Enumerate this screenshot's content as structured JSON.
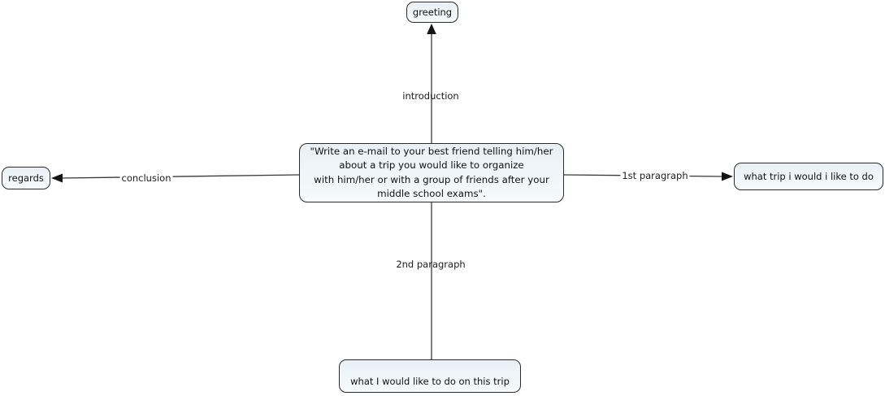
{
  "diagram": {
    "type": "concept-map",
    "background": "#ffffff",
    "nodes": {
      "center": {
        "label": "\"Write an e-mail to your best friend telling him/her\nabout a trip you would like to organize\nwith him/her or with a group of friends after your\nmiddle school exams\"."
      },
      "greeting": {
        "label": "greeting"
      },
      "regards": {
        "label": "regards"
      },
      "first_para_topic": {
        "label": "what trip i would i like to do"
      },
      "second_para_topic": {
        "label": "what I would like to do on this trip"
      }
    },
    "edges": {
      "introduction": {
        "label": "introduction",
        "from": "center",
        "to": "greeting",
        "arrow": true
      },
      "conclusion": {
        "label": "conclusion",
        "from": "center",
        "to": "regards",
        "arrow": true
      },
      "first_paragraph": {
        "label": "1st paragraph",
        "from": "center",
        "to": "first_para_topic",
        "arrow": true
      },
      "second_paragraph": {
        "label": "2nd paragraph",
        "from": "center",
        "to": "second_para_topic",
        "arrow": false
      }
    },
    "colors": {
      "node_fill": "#ebf1f5",
      "node_border": "#2b2b2b",
      "line": "#3a3a3a",
      "text": "#111111"
    }
  }
}
